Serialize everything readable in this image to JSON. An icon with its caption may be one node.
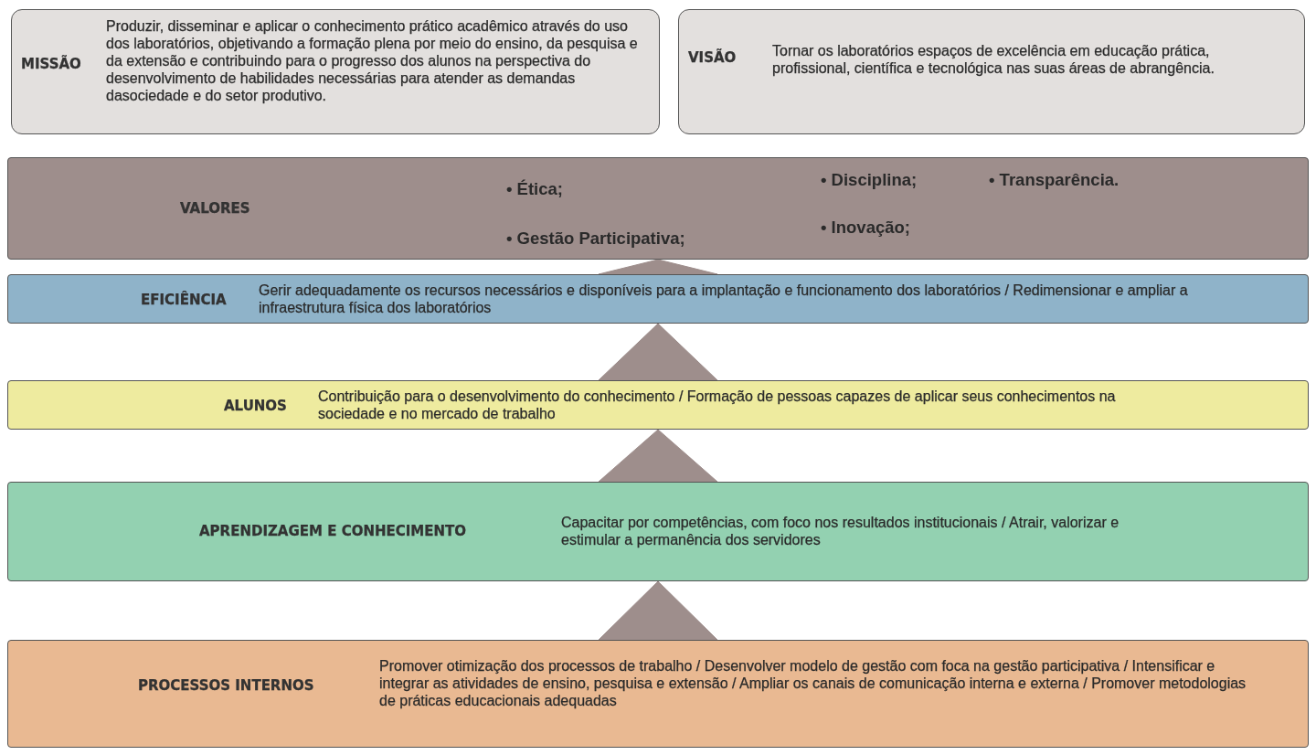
{
  "diagram": {
    "nodes": [
      {
        "text": [
          "MISSÃO",
          "Produzir, disseminar e aplicar o conhecimento prático acadêmico através do uso dos laboratórios, objetivando a formação plena por meio do ensino, da pesquisa e da extensão e contribuindo para o progresso dos alunos na perspectiva do desenvolvimento de habilidades necessárias para atender as demandas dasociedade e do setor produtivo."
        ]
      },
      {
        "text": [
          "VISÃO",
          "Tornar os laboratórios espaços de excelência em educação prática, profissional, científica e tecnológica nas suas áreas de abrangência."
        ]
      },
      {
        "text": [
          "VALORES",
          "• Ética;",
          "• Disciplina;",
          "• Transparência.",
          "• Gestão Participativa;",
          "• Inovação;"
        ]
      },
      {
        "text": [
          "EFICIÊNCIA",
          "Gerir adequadamente os recursos necessários e disponíveis para a implantação e funcionamento dos laboratórios / Redimensionar e ampliar a infraestrutura física dos laboratórios"
        ]
      },
      {
        "text": [
          "ALUNOS",
          "Contribuição para o desenvolvimento do conhecimento / Formação de pessoas capazes de aplicar seus conhecimentos na sociedade e no mercado de trabalho"
        ]
      },
      {
        "text": [
          "APRENDIZAGEM E CONHECIMENTO",
          "Capacitar por competências, com foco nos resultados institucionais / Atrair, valorizar e estimular a permanência dos servidores"
        ]
      },
      {
        "text": [
          "PROCESSOS INTERNOS",
          "Promover otimização dos processos de trabalho / Desenvolver modelo de gestão com foca na gestão participativa / Intensificar e integrar as atividades de ensino, pesquisa e extensão / Ampliar os canais de comunicação interna e externa / Promover metodologias de práticas educacionais adequadas"
        ]
      }
    ],
    "edges": [
      {
        "from": 6,
        "to": 5,
        "arrow": "to"
      },
      {
        "from": 5,
        "to": 4,
        "arrow": "to"
      },
      {
        "from": 4,
        "to": 3,
        "arrow": "to"
      },
      {
        "from": 3,
        "to": 2,
        "arrow": "to"
      }
    ]
  }
}
